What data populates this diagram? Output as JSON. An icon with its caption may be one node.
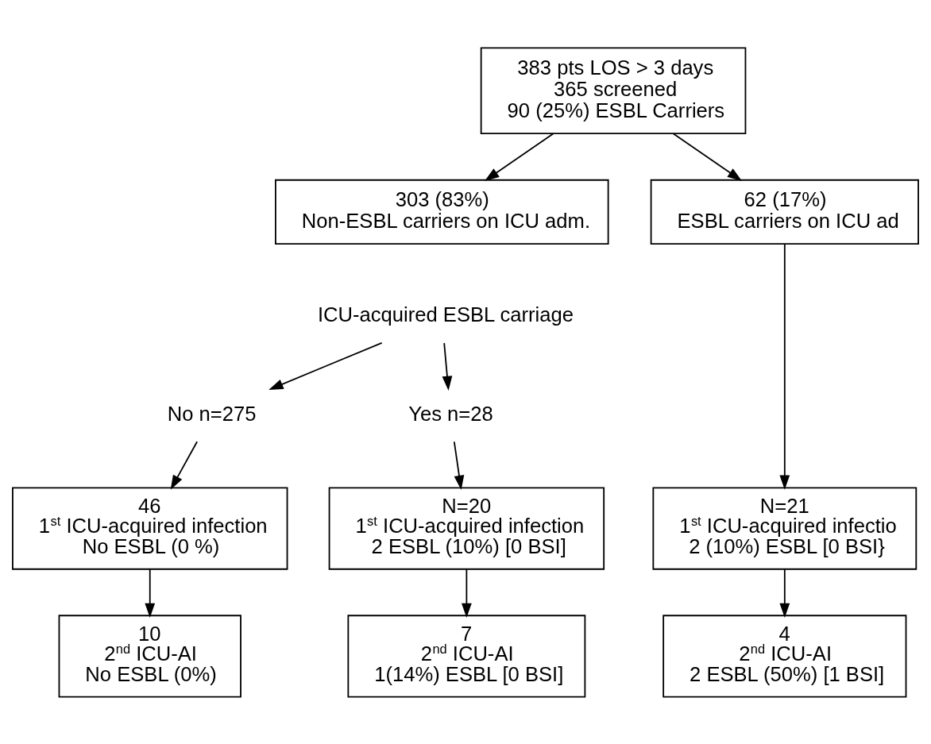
{
  "diagram": {
    "nodes": [
      {
        "text": [
          "383 pts LOS > 3 days",
          "365 screened",
          "90 (25%) ESBL Carriers"
        ]
      },
      {
        "text": [
          "303 (83%)",
          "Non-ESBL carriers on ICU adm."
        ]
      },
      {
        "text": [
          "62 (17%)",
          "ESBL carriers on ICU ad"
        ]
      },
      {
        "text": [
          "ICU-acquired ESBL carriage"
        ]
      },
      {
        "text": [
          "No n=275"
        ]
      },
      {
        "text": [
          "Yes n=28"
        ]
      },
      {
        "text": [
          "46",
          "1$^{st}$ ICU-acquired infection",
          "No ESBL (0 %)"
        ]
      },
      {
        "text": [
          "N=20",
          "1$^{st}$ ICU-acquired infection",
          "2 ESBL (10%) [0 BSI]"
        ]
      },
      {
        "text": [
          "N=21",
          "1$^{st}$ ICU-acquired infectio",
          "2 (10%) ESBL [0 BSI}"
        ]
      },
      {
        "text": [
          "10",
          "2$^{nd}$ ICU-AI",
          "No ESBL (0%)"
        ]
      },
      {
        "text": [
          "7",
          "2$^{nd}$ ICU-AI",
          "1(14%) ESBL [0 BSI]"
        ]
      },
      {
        "text": [
          "4",
          "2$^{nd}$ ICU-AI",
          "2 ESBL (50%) [1 BSI]"
        ]
      }
    ],
    "edges": [
      {
        "from": 0,
        "to": 1,
        "arrow": "to"
      },
      {
        "from": 0,
        "to": 2,
        "arrow": "to"
      },
      {
        "from": 3,
        "to": 4,
        "arrow": "to"
      },
      {
        "from": 3,
        "to": 5,
        "arrow": "to"
      },
      {
        "from": 4,
        "to": 6,
        "arrow": "to"
      },
      {
        "from": 5,
        "to": 7,
        "arrow": "to"
      },
      {
        "from": 2,
        "to": 8,
        "arrow": "to"
      },
      {
        "from": 6,
        "to": 9,
        "arrow": "to"
      },
      {
        "from": 7,
        "to": 10,
        "arrow": "to"
      },
      {
        "from": 8,
        "to": 11,
        "arrow": "to"
      }
    ]
  }
}
